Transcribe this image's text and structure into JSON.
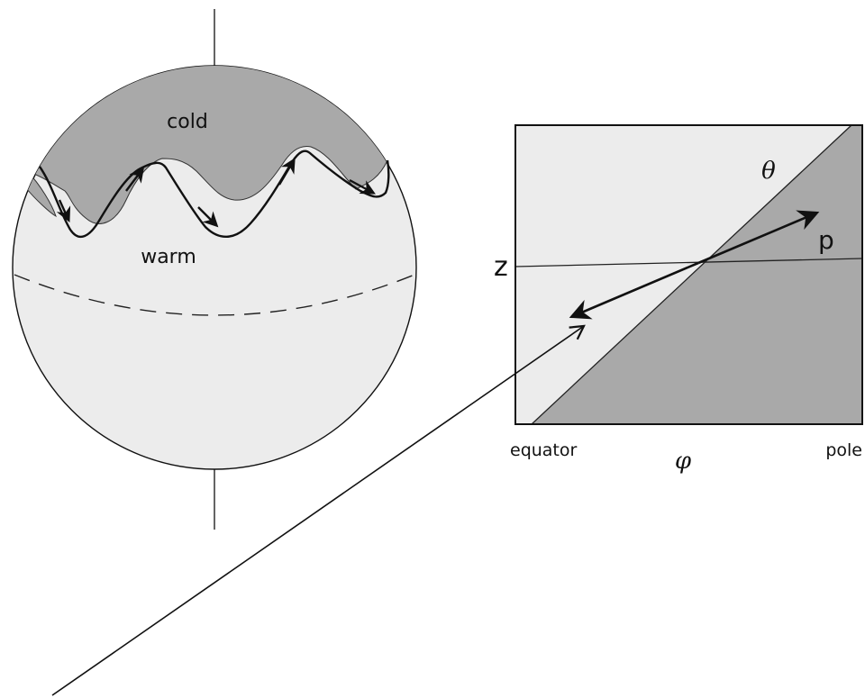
{
  "globe": {
    "cold_label": "cold",
    "warm_label": "warm"
  },
  "section": {
    "z_label": "z",
    "theta_label": "θ",
    "p_label": "p",
    "phi_label": "φ",
    "equator_label": "equator",
    "pole_label": "pole"
  },
  "colors": {
    "light_fill": "#ececec",
    "dark_fill": "#a9a9a9",
    "ink": "#111111"
  }
}
